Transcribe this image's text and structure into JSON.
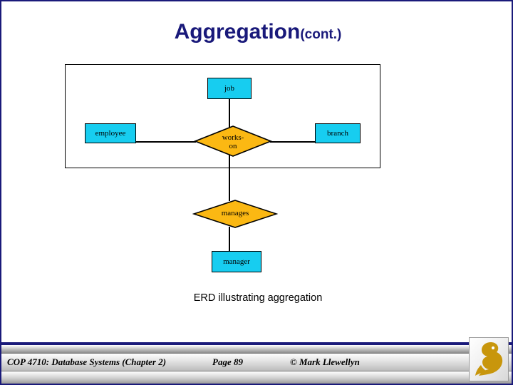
{
  "slide": {
    "title_main": "Aggregation",
    "title_sub": "(cont.)",
    "title_color": "#19197a",
    "caption": "ERD illustrating aggregation"
  },
  "diagram": {
    "aggregation_box_label": "aggregation-boundary",
    "entities": [
      {
        "id": "job",
        "label": "job"
      },
      {
        "id": "employee",
        "label": "employee"
      },
      {
        "id": "branch",
        "label": "branch"
      },
      {
        "id": "manager",
        "label": "manager"
      }
    ],
    "relationships": [
      {
        "id": "works-on",
        "label": "works-\non"
      },
      {
        "id": "manages",
        "label": "manages"
      }
    ],
    "colors": {
      "entity_fill": "#17cdf0",
      "relationship_fill": "#fbb813",
      "stroke": "#000000"
    }
  },
  "footer": {
    "course": "COP 4710: Database Systems  (Chapter 2)",
    "page": "Page 89",
    "author": "© Mark Llewellyn",
    "logo_name": "ucf-pegasus-logo"
  }
}
